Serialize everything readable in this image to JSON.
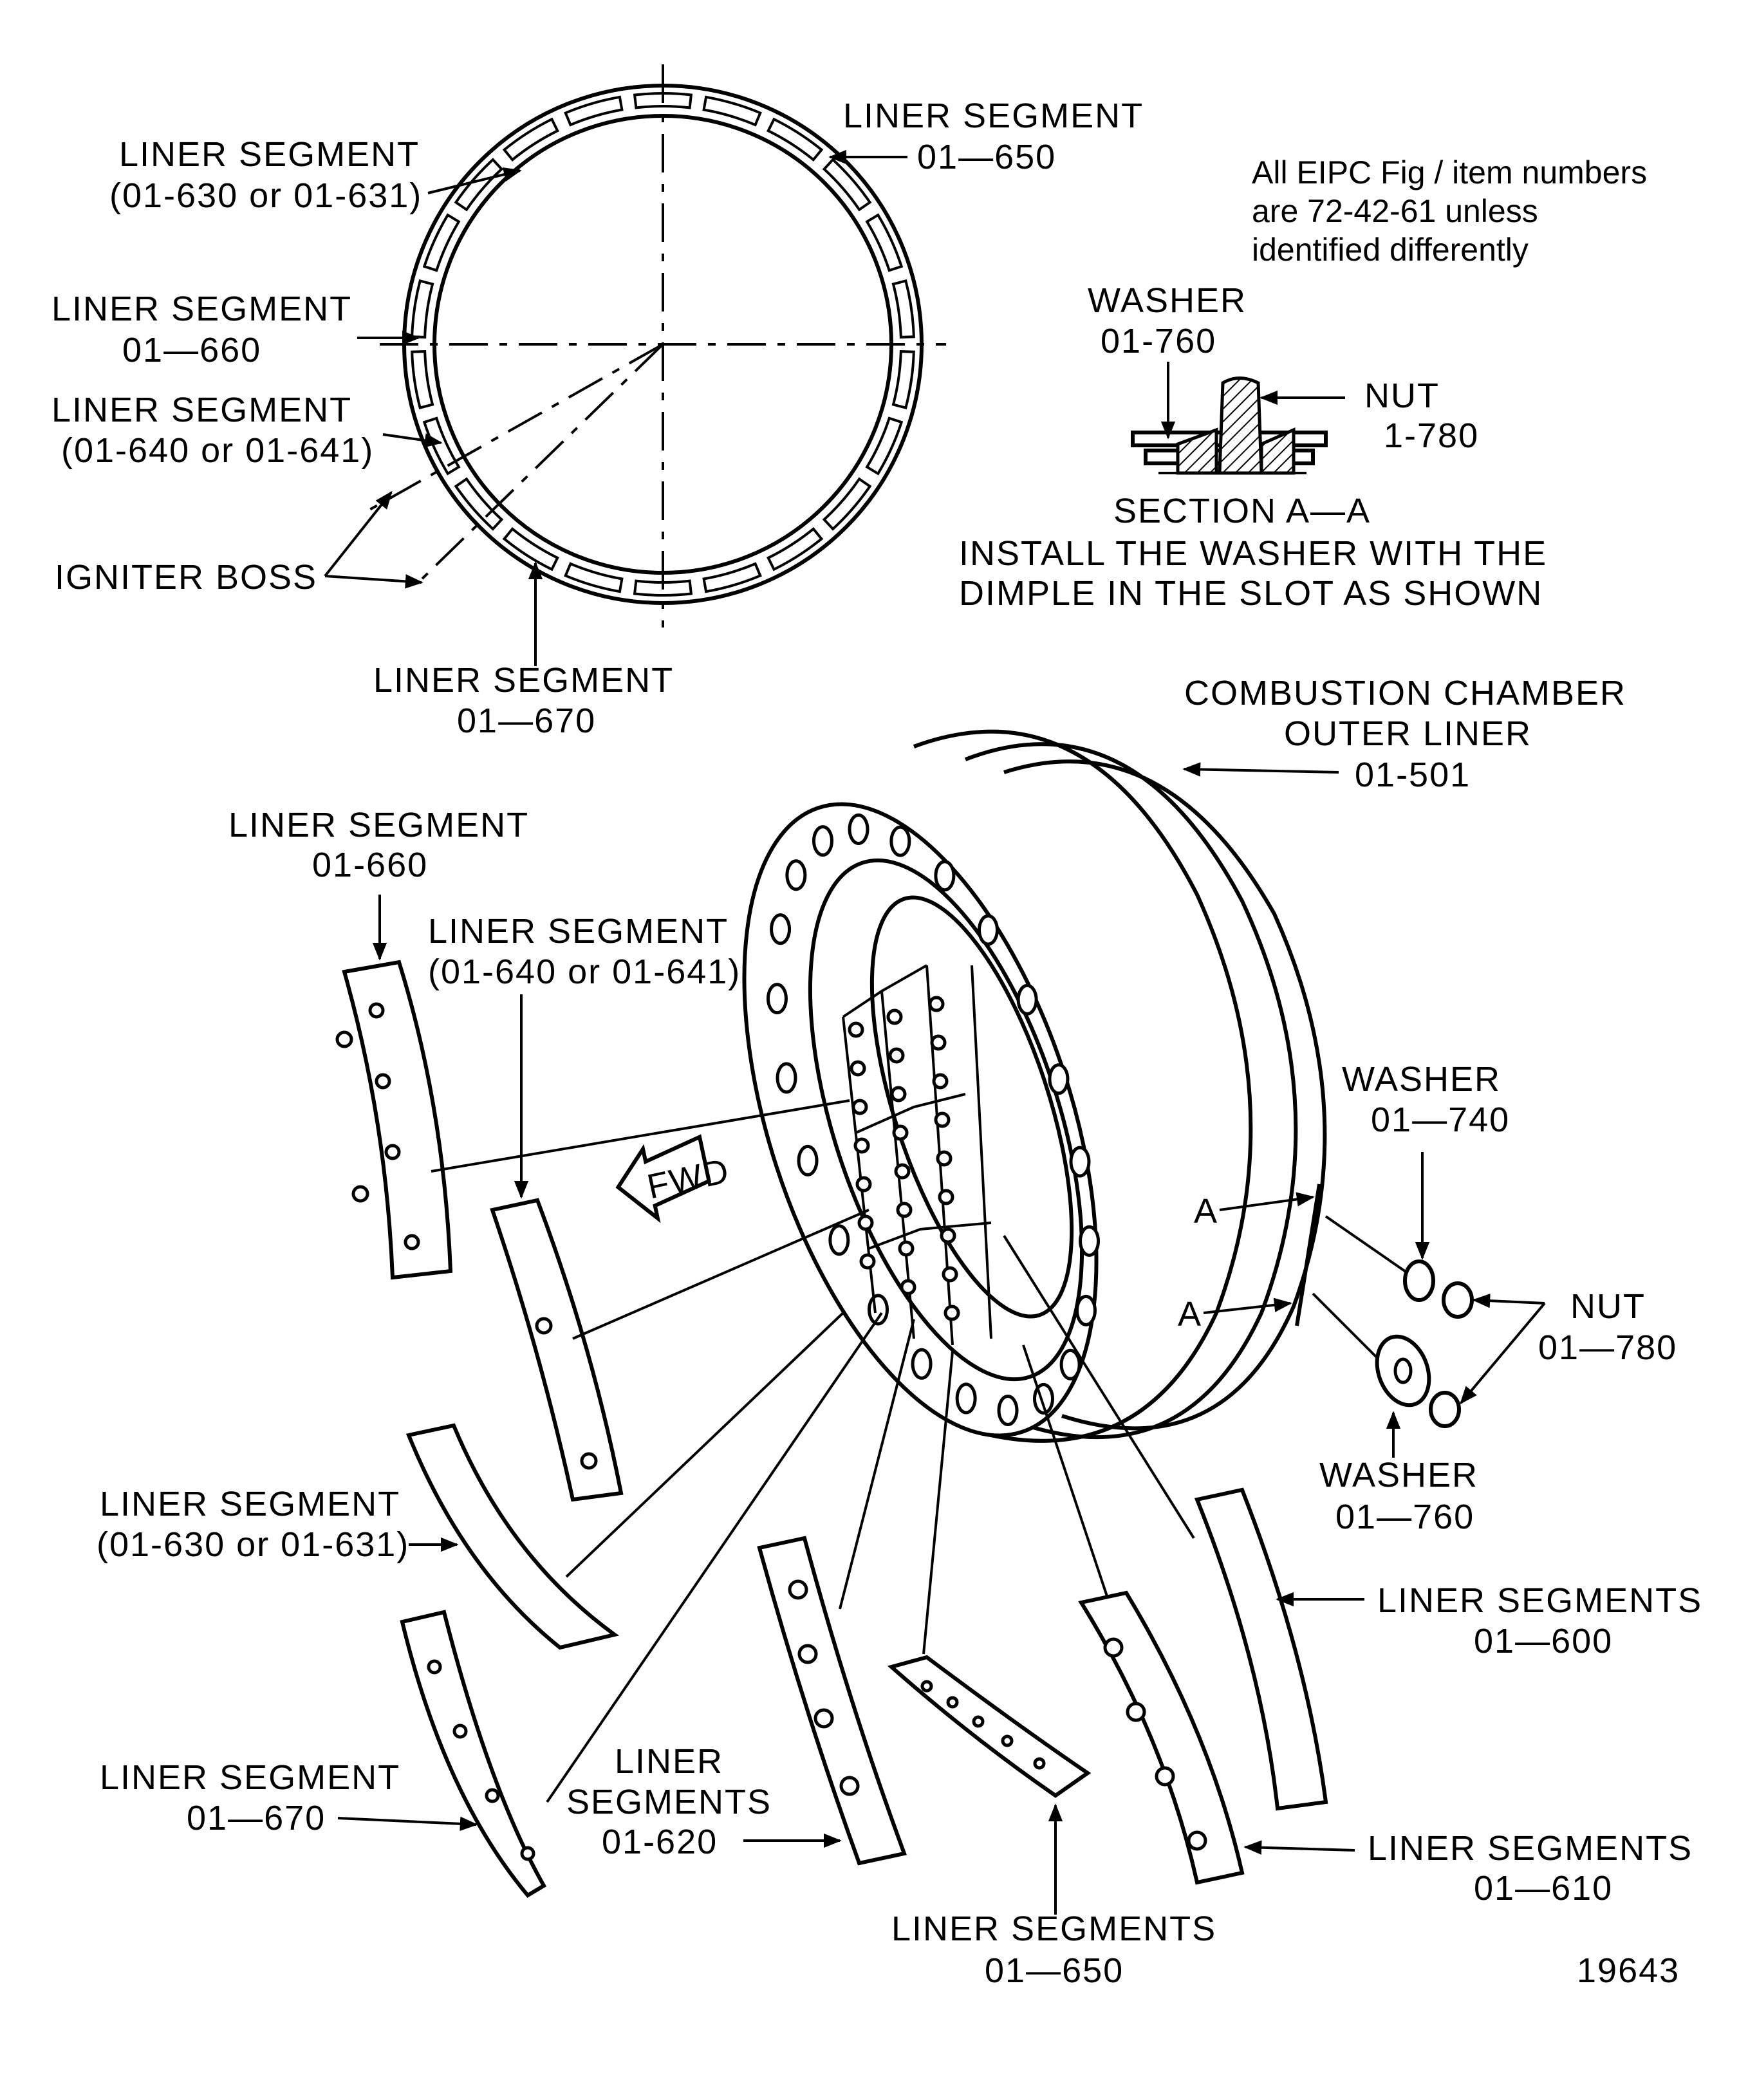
{
  "labels": {
    "top_liner_650": [
      "LINER SEGMENT",
      "01—650"
    ],
    "top_liner_630": [
      "LINER SEGMENT",
      "(01-630 or 01-631)"
    ],
    "top_liner_660": [
      "LINER SEGMENT",
      "01—660"
    ],
    "top_liner_640": [
      "LINER SEGMENT",
      "(01-640 or 01-641)"
    ],
    "igniter_boss": "IGNITER BOSS",
    "top_liner_670": [
      "LINER SEGMENT",
      "01—670"
    ],
    "eipc_note": [
      "All EIPC Fig / item numbers",
      "are 72-42-61 unless",
      "identified differently"
    ],
    "washer_760_top": [
      "WASHER",
      "01-760"
    ],
    "nut_780_top": [
      "NUT",
      "1-780"
    ],
    "section": "SECTION A—A",
    "install_note": [
      "INSTALL THE WASHER WITH THE",
      "DIMPLE IN THE SLOT AS SHOWN"
    ],
    "combustion": [
      "COMBUSTION CHAMBER",
      "OUTER LINER",
      "01-501"
    ],
    "ex_liner_660": [
      "LINER SEGMENT",
      "01-660"
    ],
    "ex_liner_640": [
      "LINER SEGMENT",
      "(01-640 or 01-641)"
    ],
    "fwd": "FWD",
    "washer_740": [
      "WASHER",
      "01—740"
    ],
    "section_mark": "A",
    "nut_780": [
      "NUT",
      "01—780"
    ],
    "washer_760": [
      "WASHER",
      "01—760"
    ],
    "ex_liner_630": [
      "LINER SEGMENT",
      "(01-630 or 01-631)"
    ],
    "ex_liner_600": [
      "LINER SEGMENTS",
      "01—600"
    ],
    "ex_liner_670": [
      "LINER SEGMENT",
      "01—670"
    ],
    "ex_liner_620": [
      "LINER",
      "SEGMENTS",
      "01-620"
    ],
    "ex_liner_610": [
      "LINER SEGMENTS",
      "01—610"
    ],
    "ex_liner_650": [
      "LINER SEGMENTS",
      "01—650"
    ],
    "figure_number": "19643"
  }
}
